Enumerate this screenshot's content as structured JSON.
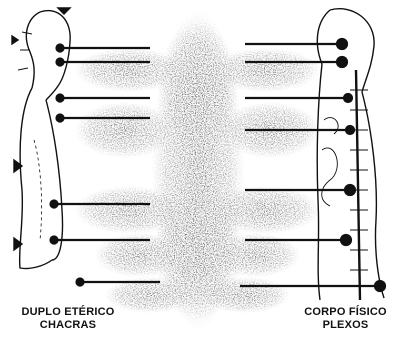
{
  "left_caption": {
    "line1": "DUPLO ETÉRICO",
    "line2": "CHACRAS"
  },
  "right_caption": {
    "line1": "CORPO FÍSICO",
    "line2": "PLEXOS"
  },
  "colors": {
    "ink": "#111111",
    "background": "#ffffff",
    "speckle": "#3a3a3a"
  }
}
